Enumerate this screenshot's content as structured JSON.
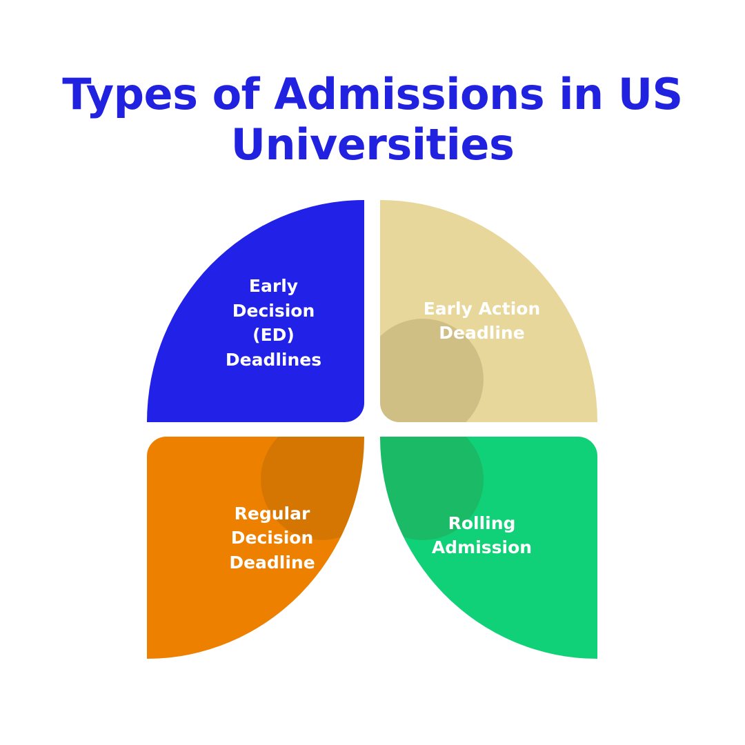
{
  "title": {
    "text": "Types of Admissions in US\nUniversities",
    "color": "#2121E0"
  },
  "diagram": {
    "type": "four-quadrant-petal-wheel",
    "label_color": "#FFFFFF",
    "background": "#FFFFFF",
    "quadrants": [
      {
        "id": "early-decision",
        "position": "top-left",
        "label": "Early\nDecision\n(ED)\nDeadlines",
        "color": "#2121E8"
      },
      {
        "id": "early-action",
        "position": "top-right",
        "label": "Early Action\nDeadline",
        "color": "#E8D79B"
      },
      {
        "id": "regular-decision",
        "position": "bottom-left",
        "label": "Regular\nDecision\nDeadline",
        "color": "#EE8000"
      },
      {
        "id": "rolling-admission",
        "position": "bottom-right",
        "label": "Rolling\nAdmission",
        "color": "#10D177"
      }
    ]
  }
}
